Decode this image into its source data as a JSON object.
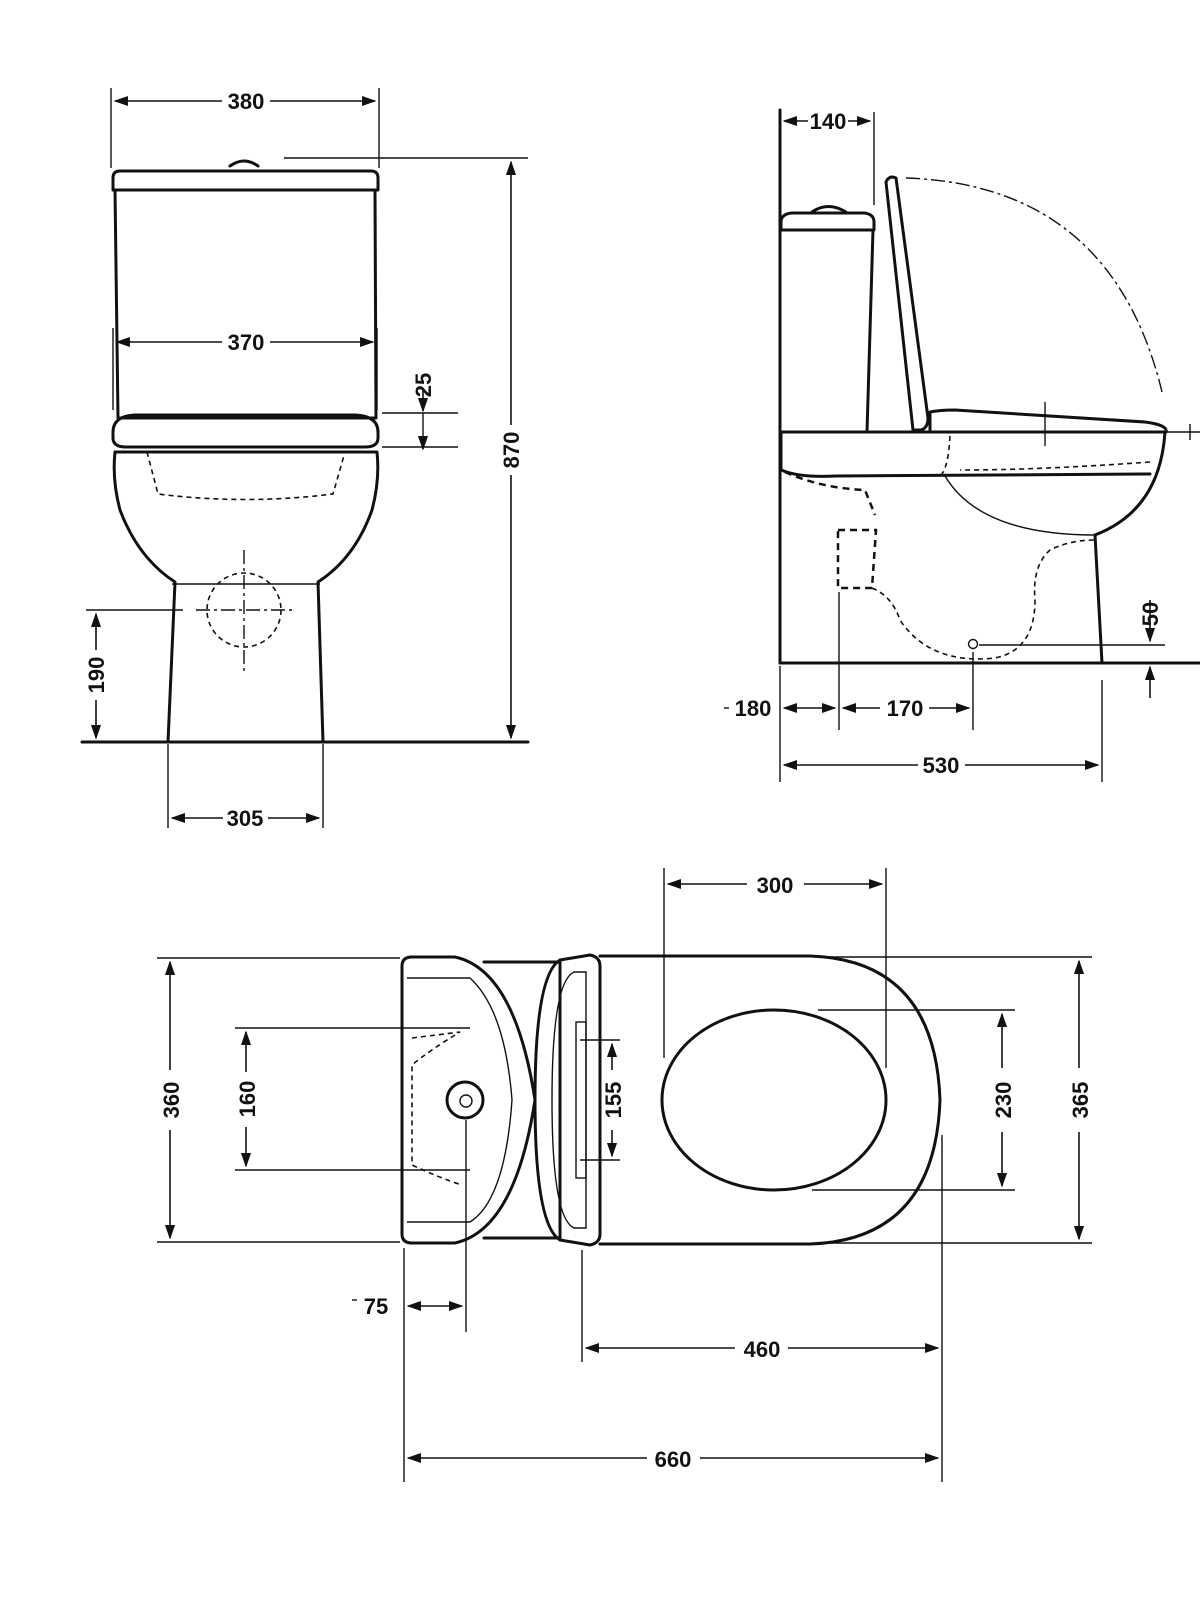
{
  "front_view": {
    "tank_width": "380",
    "tank_inner_width": "370",
    "seat_thickness": "25",
    "total_height": "870",
    "outlet_height": "190",
    "base_width": "305"
  },
  "side_view": {
    "tank_depth": "140",
    "wall_to_cistern": "180",
    "cistern_to_outlet": "170",
    "outlet_clearance": "50",
    "overall_depth": "530"
  },
  "top_view": {
    "seat_opening_length": "300",
    "tank_width": "360",
    "fixing_centres": "160",
    "hinge_span": "155",
    "seat_opening_width": "230",
    "bowl_width": "365",
    "wall_to_centre": "75",
    "bowl_projection": "460",
    "overall_length": "660"
  }
}
